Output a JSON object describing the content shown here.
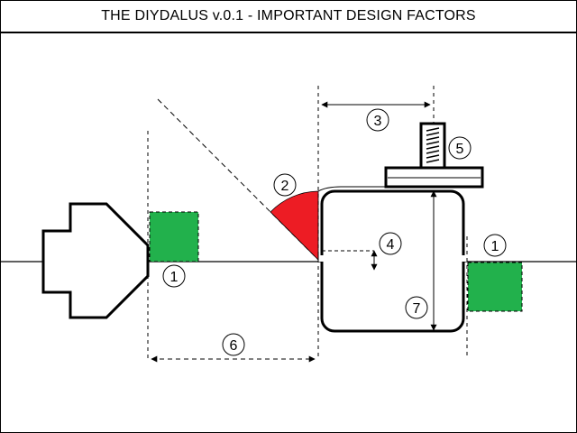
{
  "title": "THE DIYDALUS v.0.1 - IMPORTANT DESIGN FACTORS",
  "colors": {
    "green_block": "#22b14c",
    "red_angle": "#ed1c24",
    "line": "#000000",
    "background": "#ffffff"
  },
  "callouts": {
    "c1_left": "1",
    "c1_right": "1",
    "c2": "2",
    "c3": "3",
    "c4": "4",
    "c5": "5",
    "c6": "6",
    "c7": "7"
  }
}
